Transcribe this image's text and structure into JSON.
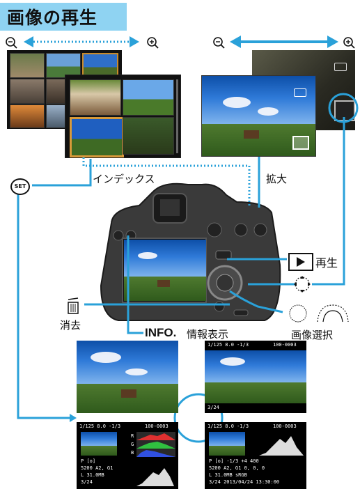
{
  "page": {
    "title": "画像の再生"
  },
  "labels": {
    "index": "インデックス",
    "magnify": "拡大",
    "playback": "再生",
    "erase": "消去",
    "info_button": "INFO.",
    "info_display": "情報表示",
    "image_select": "画像選択",
    "set_button": "SET"
  },
  "icons": {
    "zoom_out": "magnifier-minus-icon",
    "zoom_in": "magnifier-plus-icon",
    "play": "play-triangle-icon",
    "trash": "trash-icon",
    "multi_controller": "multi-controller-icon",
    "quick_dial": "quick-control-dial-icon",
    "main_dial": "main-dial-icon"
  },
  "colors": {
    "accent": "#2aa1d9",
    "title_band": "#8fd3f2"
  },
  "screens": {
    "basic_frame_no": "3/24",
    "shooting_info": {
      "shutter": "1/125",
      "aperture": "8.0",
      "exposure_comp": "-1/3",
      "folder_file": "100-0003",
      "mode": "P",
      "metering": "[o]",
      "iso": "5200",
      "white_balance": "A2, G1",
      "file_size": "31.0MB",
      "quality": "L",
      "color_space": "sRGB",
      "picture_style": "+4",
      "iso_value": "400",
      "wb_settings": "0, 0, 0",
      "datetime": "2013/04/24 13:30:00",
      "frame_no": "3/24",
      "histogram_channels": [
        "R",
        "G",
        "B"
      ]
    }
  }
}
